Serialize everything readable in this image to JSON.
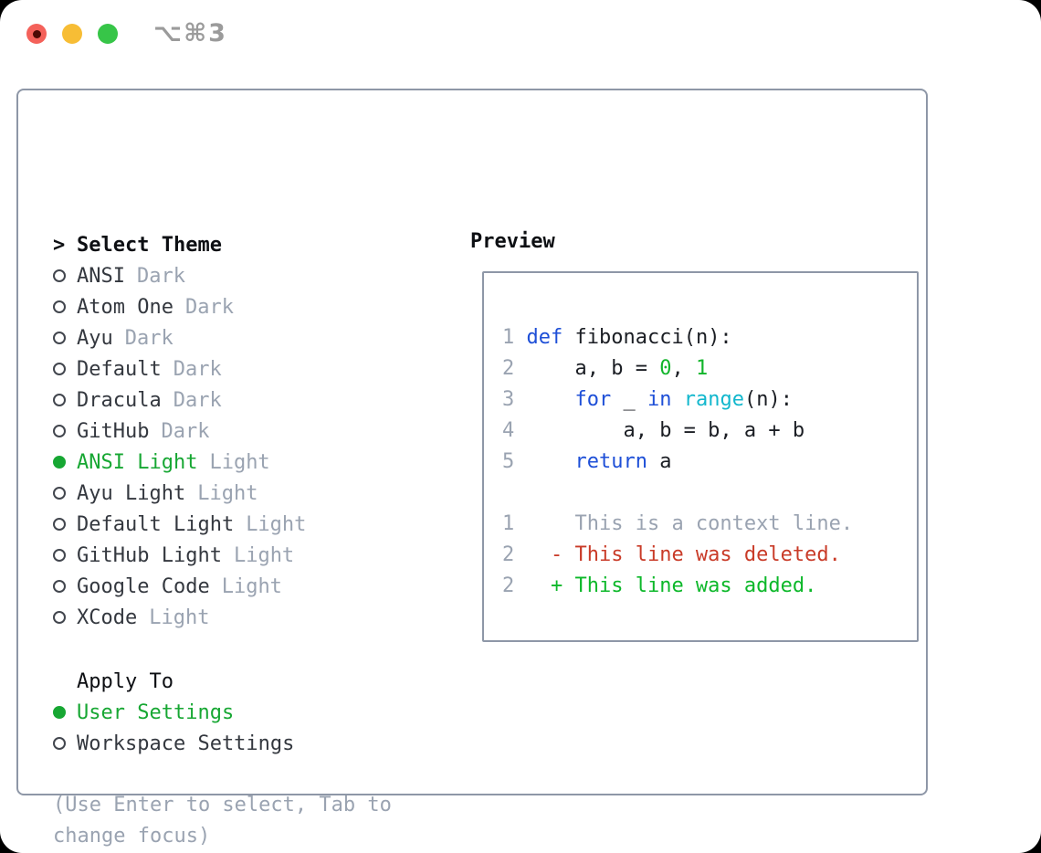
{
  "colors": {
    "accent_green": "#17a733",
    "added_green": "#0db82a",
    "number_green": "#12b52b",
    "deleted_red": "#c93b28",
    "keyword_blue": "#1e4fd7",
    "builtin_cyan": "#12b7cd",
    "code_text": "#1b1e24",
    "muted_gray": "#9aa3b1",
    "item_text": "#34383f",
    "heading_text": "#0d0f13",
    "panel_border": "#8e97a7",
    "title_gray": "#9b9b9b",
    "traffic_red": "#f4615a",
    "traffic_red_dot": "#4d0a04",
    "traffic_yellow": "#f7bd35",
    "traffic_green": "#37c548"
  },
  "titlebar": {
    "title": "⌥⌘3"
  },
  "theme_panel": {
    "header": {
      "caret": ">",
      "label": "Select Theme"
    },
    "themes": [
      {
        "name": "ANSI",
        "variant": "Dark",
        "selected": false
      },
      {
        "name": "Atom One",
        "variant": "Dark",
        "selected": false
      },
      {
        "name": "Ayu",
        "variant": "Dark",
        "selected": false
      },
      {
        "name": "Default",
        "variant": "Dark",
        "selected": false
      },
      {
        "name": "Dracula",
        "variant": "Dark",
        "selected": false
      },
      {
        "name": "GitHub",
        "variant": "Dark",
        "selected": false
      },
      {
        "name": "ANSI Light",
        "variant": "Light",
        "selected": true
      },
      {
        "name": "Ayu Light",
        "variant": "Light",
        "selected": false
      },
      {
        "name": "Default Light",
        "variant": "Light",
        "selected": false
      },
      {
        "name": "GitHub Light",
        "variant": "Light",
        "selected": false
      },
      {
        "name": "Google Code",
        "variant": "Light",
        "selected": false
      },
      {
        "name": "XCode",
        "variant": "Light",
        "selected": false
      }
    ],
    "apply_to": {
      "label": "Apply To",
      "options": [
        {
          "label": "User Settings",
          "selected": true
        },
        {
          "label": "Workspace Settings",
          "selected": false
        }
      ]
    },
    "help_lines": [
      "(Use Enter to select, Tab to",
      "change focus)"
    ]
  },
  "preview_panel": {
    "header": "Preview",
    "code_lines": [
      {
        "num": "1",
        "tokens": [
          {
            "text": "def",
            "style": "keyword"
          },
          {
            "text": " fibonacci(n):",
            "style": "plain"
          }
        ]
      },
      {
        "num": "2",
        "tokens": [
          {
            "text": "    a, b = ",
            "style": "plain"
          },
          {
            "text": "0",
            "style": "number"
          },
          {
            "text": ", ",
            "style": "plain"
          },
          {
            "text": "1",
            "style": "number"
          }
        ]
      },
      {
        "num": "3",
        "tokens": [
          {
            "text": "    ",
            "style": "plain"
          },
          {
            "text": "for",
            "style": "keyword"
          },
          {
            "text": " _ ",
            "style": "plain"
          },
          {
            "text": "in",
            "style": "keyword"
          },
          {
            "text": " ",
            "style": "plain"
          },
          {
            "text": "range",
            "style": "builtin"
          },
          {
            "text": "(n):",
            "style": "plain"
          }
        ]
      },
      {
        "num": "4",
        "tokens": [
          {
            "text": "        a, b = b, a + b",
            "style": "plain"
          }
        ]
      },
      {
        "num": "5",
        "tokens": [
          {
            "text": "    ",
            "style": "plain"
          },
          {
            "text": "return",
            "style": "keyword"
          },
          {
            "text": " a",
            "style": "plain"
          }
        ]
      }
    ],
    "diff_lines": [
      {
        "num": "1",
        "type": "context",
        "text": "    This is a context line."
      },
      {
        "num": "2",
        "type": "deleted",
        "text": "  - This line was deleted."
      },
      {
        "num": "2",
        "type": "added",
        "text": "  + This line was added."
      }
    ]
  }
}
